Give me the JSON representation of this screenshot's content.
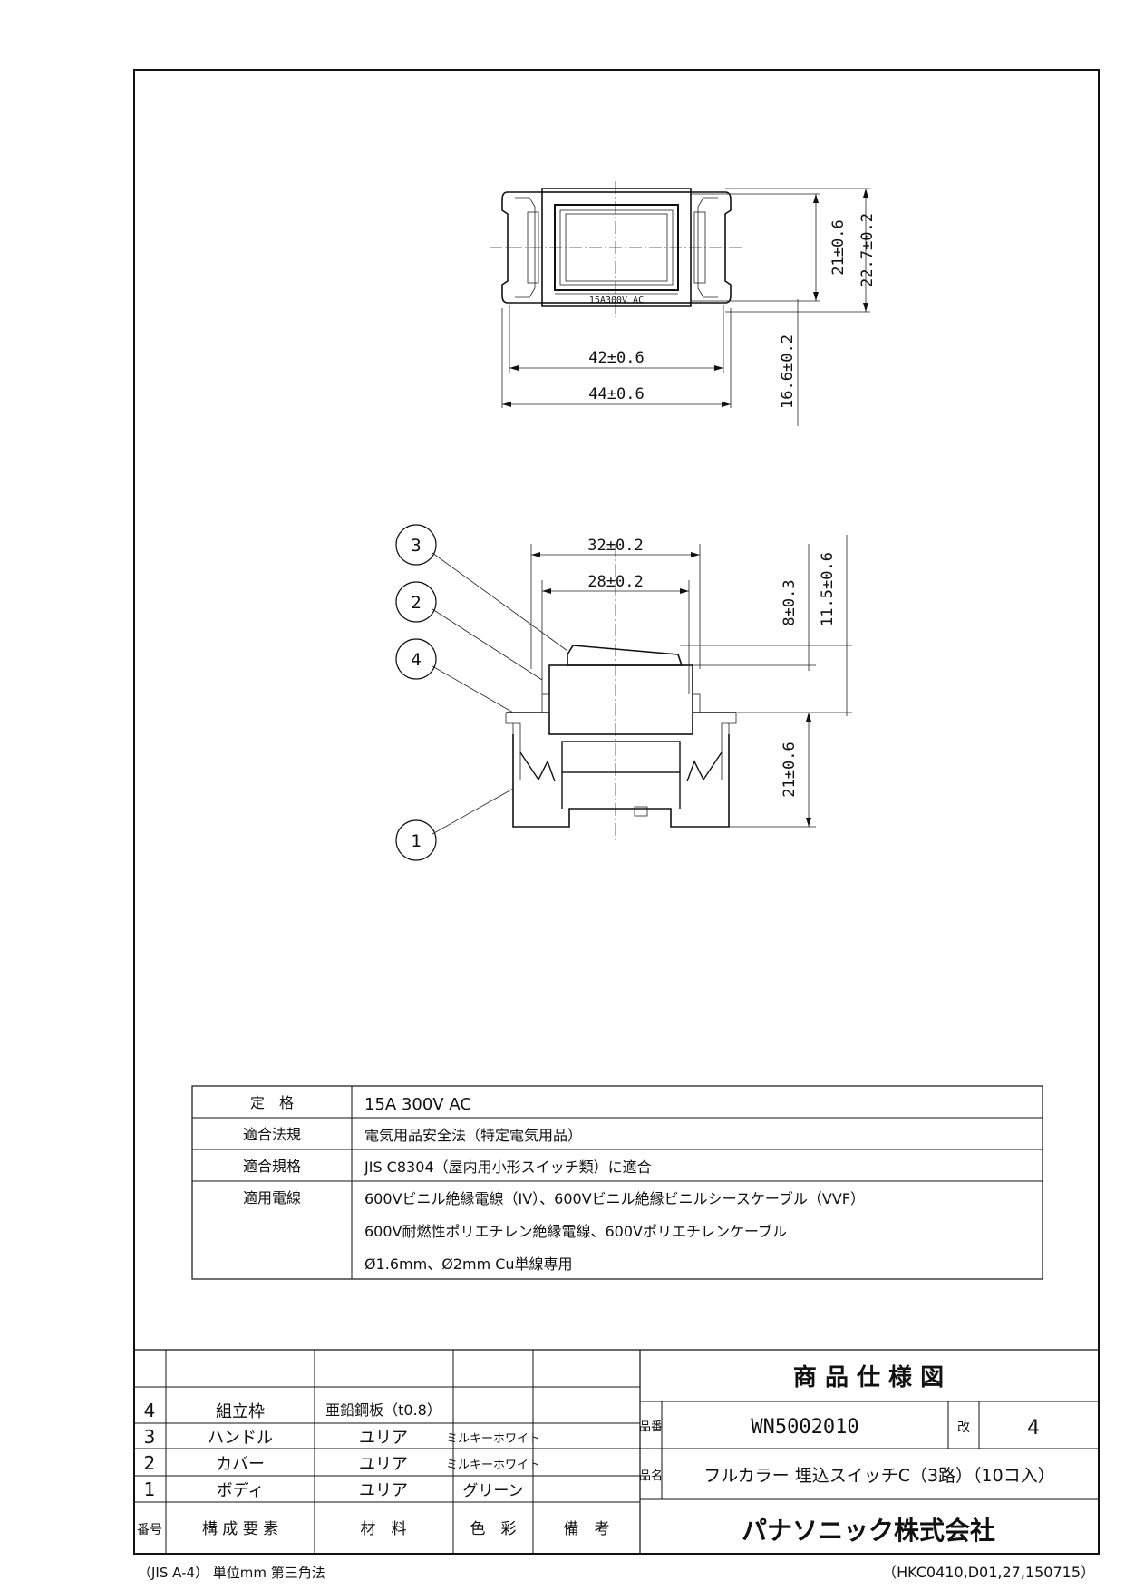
{
  "drawing_top": {
    "rating_mark": "15A300V AC",
    "dim_width_inner": "42±0.6",
    "dim_width_outer": "44±0.6",
    "dim_height_inner": "21±0.6",
    "dim_height_outer": "22.7±0.2",
    "dim_depth": "16.6±0.2"
  },
  "drawing_side": {
    "dim_top_outer": "32±0.2",
    "dim_top_inner": "28±0.2",
    "dim_handle": "8±0.3",
    "dim_upper": "11.5±0.6",
    "dim_lower": "21±0.6",
    "balloons": [
      "3",
      "2",
      "4",
      "1"
    ]
  },
  "spec_table": {
    "rows": [
      {
        "label": "定　格",
        "lines": [
          "15A 300V AC"
        ]
      },
      {
        "label": "適合法規",
        "lines": [
          "電気用品安全法（特定電気用品）"
        ]
      },
      {
        "label": "適合規格",
        "lines": [
          "JIS C8304（屋内用小形スイッチ類）に適合"
        ]
      },
      {
        "label": "適用電線",
        "lines": [
          "600Vビニル絶縁電線（IV）、600Vビニル絶縁ビニルシースケーブル（VVF）",
          "600V耐燃性ポリエチレン絶縁電線、600Vポリエチレンケーブル",
          "Ø1.6mm、Ø2mm Cu単線専用"
        ]
      }
    ]
  },
  "parts_table": {
    "rows": [
      {
        "no": "4",
        "name": "組立枠",
        "material": "亜鉛鋼板（t0.8）",
        "color": "",
        "remark": ""
      },
      {
        "no": "3",
        "name": "ハンドル",
        "material": "ユリア",
        "color": "ミルキーホワイト",
        "remark": ""
      },
      {
        "no": "2",
        "name": "カバー",
        "material": "ユリア",
        "color": "ミルキーホワイト",
        "remark": ""
      },
      {
        "no": "1",
        "name": "ボディ",
        "material": "ユリア",
        "color": "グリーン",
        "remark": ""
      }
    ],
    "header": {
      "no": "番号",
      "name": "構 成 要 素",
      "material": "材　料",
      "color": "色　彩",
      "remark": "備　考"
    }
  },
  "title_block": {
    "title": "商 品 仕 様 図",
    "part_no_label": "品番",
    "part_no": "WN5002010",
    "rev_label": "改",
    "rev": "4",
    "product_label": "品名",
    "product_name": "フルカラー 埋込スイッチC（3路）（10コ入）",
    "company": "パナソニック株式会社"
  },
  "footer": {
    "left": "（JIS A-4） 単位mm 第三角法",
    "right": "（HKC0410,D01,27,150715）"
  }
}
